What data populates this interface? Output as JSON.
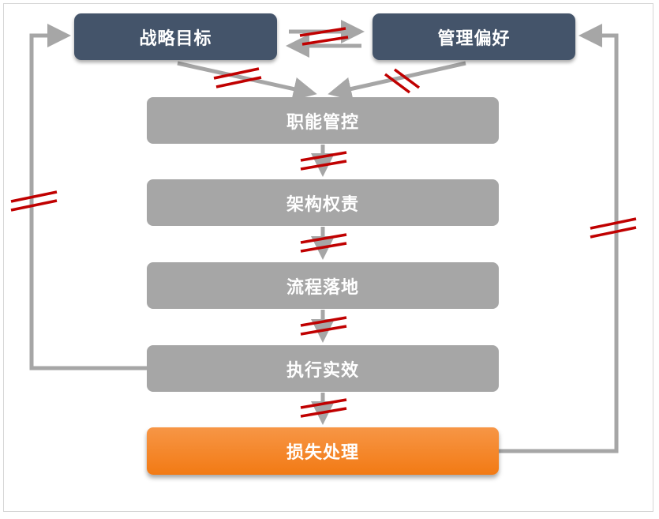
{
  "nodes": {
    "strategy": "战略目标",
    "preference": "管理偏好",
    "function": "职能管控",
    "architecture": "架构权责",
    "process": "流程落地",
    "execution": "执行实效",
    "loss": "损失处理"
  },
  "colors": {
    "header_box": "#44546a",
    "step_box": "#a6a6a6",
    "highlight_box": "#f27a14",
    "connector": "#a6a6a6",
    "break_mark": "#c00000"
  }
}
